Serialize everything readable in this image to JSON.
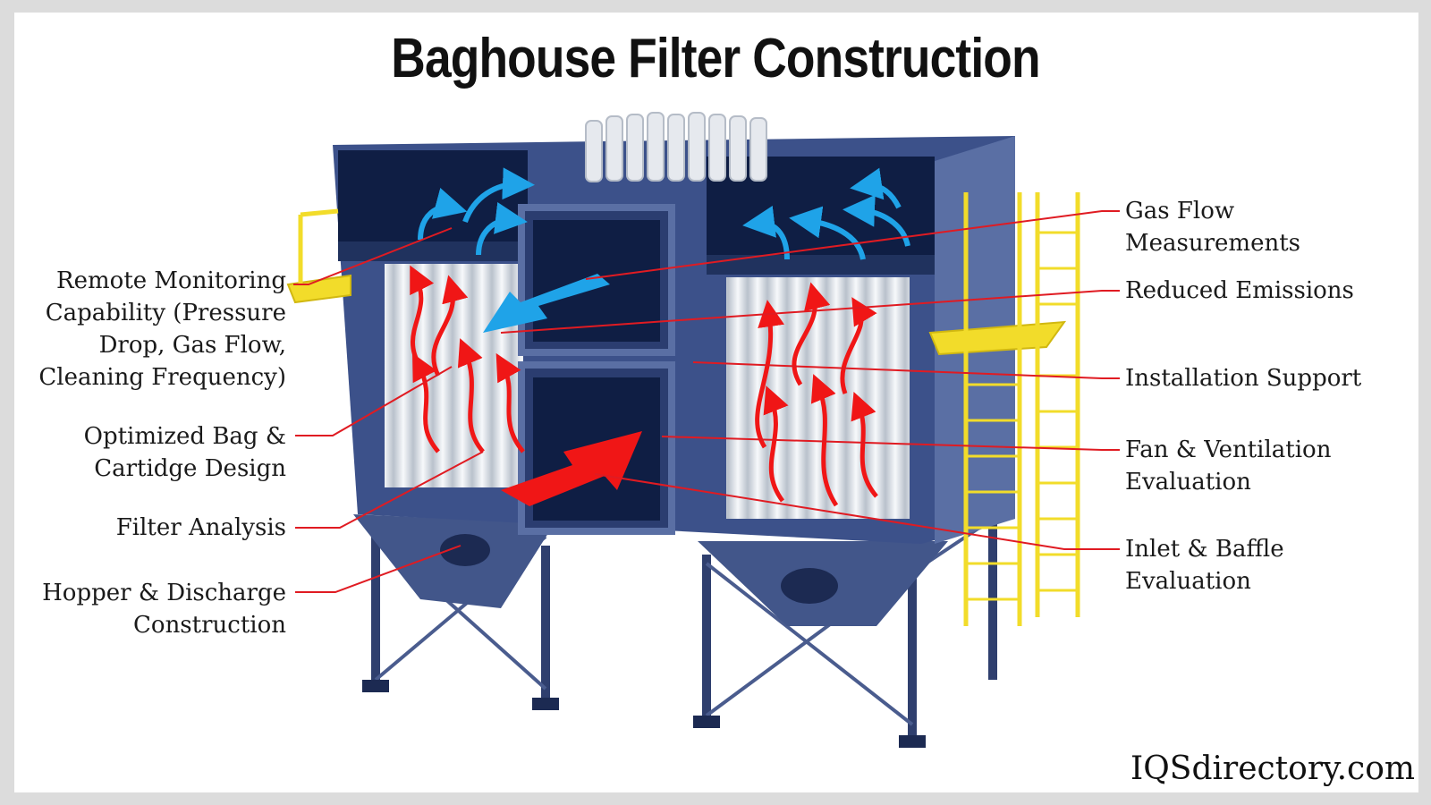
{
  "title": "Baghouse Filter Construction",
  "brand": "IQSdirectory.com",
  "colors": {
    "housing": "#3a4f82",
    "housing_dark": "#1c2a52",
    "filter_bags": "#e9edf2",
    "ladder": "#f2dc2a",
    "gas_flow_arrow": "#1fa3e8",
    "dirty_flow_arrow": "#f01616",
    "leader_line": "#e01b22"
  },
  "labels_left": {
    "remote_monitoring": [
      "Remote Monitoring",
      "Capability (Pressure",
      "Drop, Gas Flow,",
      "Cleaning Frequency)"
    ],
    "optimized_bag": [
      "Optimized Bag &",
      "Cartidge Design"
    ],
    "filter_analysis": [
      "Filter Analysis"
    ],
    "hopper_discharge": [
      "Hopper & Discharge",
      "Construction"
    ]
  },
  "labels_right": {
    "gas_flow": [
      "Gas Flow",
      "Measurements"
    ],
    "reduced_emissions": [
      "Reduced Emissions"
    ],
    "installation_support": [
      "Installation Support"
    ],
    "fan_ventilation": [
      "Fan & Ventilation",
      "Evaluation"
    ],
    "inlet_baffle": [
      "Inlet & Baffle",
      "Evaluation"
    ]
  }
}
